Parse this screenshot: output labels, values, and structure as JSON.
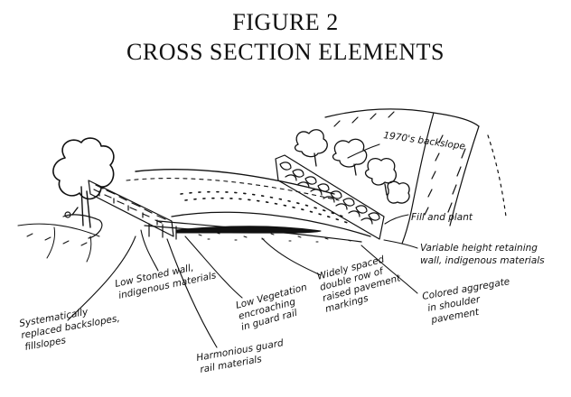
{
  "figure": {
    "title_line1": "FIGURE 2",
    "title_line2": "CROSS SECTION ELEMENTS"
  },
  "labels": {
    "backslope_1": "1970's backslope",
    "fill_and_plant": "Fill and plant",
    "retaining_wall": [
      "Variable height retaining",
      "wall, indigenous materials"
    ],
    "low_stone_wall": [
      "Low Stoned wall,",
      "indigenous materials"
    ],
    "low_vegetation": [
      "Low Vegetation",
      "encroaching",
      "in guard rail"
    ],
    "raised_markings": [
      "Widely spaced",
      "double row of",
      "raised pavement",
      "markings"
    ],
    "colored_aggregate": [
      "Colored aggregate",
      "in shoulder",
      "pavement"
    ],
    "replaced_backslopes": [
      "Systematically",
      "replaced backslopes,",
      "fillslopes"
    ],
    "harmonious_guard_rail": [
      "Harmonious guard",
      "rail materials"
    ]
  },
  "colors": {
    "ink": "#111111",
    "paper": "#ffffff"
  }
}
